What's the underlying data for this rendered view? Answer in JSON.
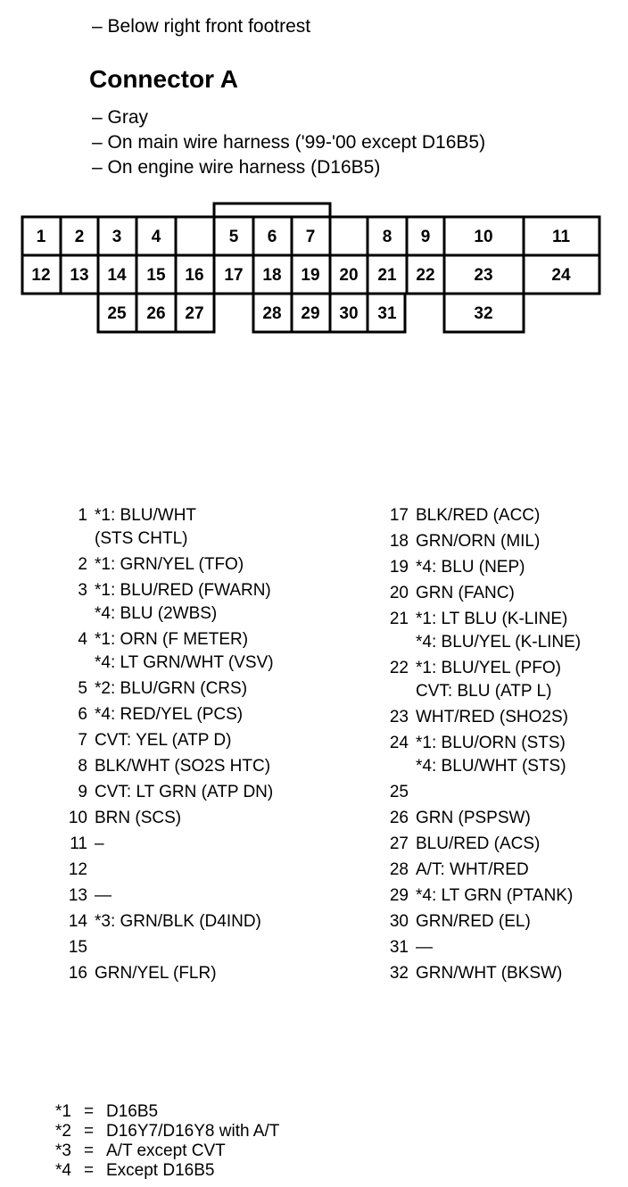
{
  "header": {
    "location": "– Below right front footrest",
    "title": "Connector A",
    "notes": [
      "– Gray",
      "– On main wire harness ('99-'00 except D16B5)",
      "– On engine wire harness (D16B5)"
    ]
  },
  "connector": {
    "pins": [
      "1",
      "2",
      "3",
      "4",
      "5",
      "6",
      "7",
      "8",
      "9",
      "10",
      "11",
      "12",
      "13",
      "14",
      "15",
      "16",
      "17",
      "18",
      "19",
      "20",
      "21",
      "22",
      "23",
      "24",
      "25",
      "26",
      "27",
      "28",
      "29",
      "30",
      "31",
      "32"
    ]
  },
  "pins_left": [
    {
      "num": "1",
      "lines": [
        "*1: BLU/WHT",
        "(STS CHTL)"
      ]
    },
    {
      "num": "2",
      "lines": [
        "*1: GRN/YEL (TFO)"
      ]
    },
    {
      "num": "3",
      "lines": [
        "*1: BLU/RED (FWARN)",
        "*4: BLU (2WBS)"
      ]
    },
    {
      "num": "4",
      "lines": [
        "*1: ORN (F METER)",
        "*4: LT GRN/WHT (VSV)"
      ]
    },
    {
      "num": "5",
      "lines": [
        "*2: BLU/GRN (CRS)"
      ]
    },
    {
      "num": "6",
      "lines": [
        "*4: RED/YEL (PCS)"
      ]
    },
    {
      "num": "7",
      "lines": [
        "CVT: YEL (ATP D)"
      ]
    },
    {
      "num": "8",
      "lines": [
        "BLK/WHT (SO2S HTC)"
      ]
    },
    {
      "num": "9",
      "lines": [
        "CVT: LT GRN (ATP DN)"
      ]
    },
    {
      "num": "10",
      "lines": [
        "BRN (SCS)"
      ]
    },
    {
      "num": "11",
      "lines": [
        "–"
      ]
    },
    {
      "num": "12",
      "lines": [
        ""
      ]
    },
    {
      "num": "13",
      "lines": [
        "—"
      ]
    },
    {
      "num": "14",
      "lines": [
        "*3: GRN/BLK (D4IND)"
      ]
    },
    {
      "num": "15",
      "lines": [
        ""
      ]
    },
    {
      "num": "16",
      "lines": [
        "GRN/YEL (FLR)"
      ]
    }
  ],
  "pins_right": [
    {
      "num": "17",
      "lines": [
        "BLK/RED (ACC)"
      ]
    },
    {
      "num": "18",
      "lines": [
        "GRN/ORN (MIL)"
      ]
    },
    {
      "num": "19",
      "lines": [
        "*4: BLU (NEP)"
      ]
    },
    {
      "num": "20",
      "lines": [
        "GRN (FANC)"
      ]
    },
    {
      "num": "21",
      "lines": [
        "*1: LT BLU (K-LINE)",
        "*4: BLU/YEL (K-LINE)"
      ]
    },
    {
      "num": "22",
      "lines": [
        "*1: BLU/YEL (PFO)",
        "CVT: BLU (ATP L)"
      ]
    },
    {
      "num": "23",
      "lines": [
        "WHT/RED (SHO2S)"
      ]
    },
    {
      "num": "24",
      "lines": [
        "*1: BLU/ORN (STS)",
        "*4: BLU/WHT (STS)"
      ]
    },
    {
      "num": "25",
      "lines": [
        ""
      ]
    },
    {
      "num": "26",
      "lines": [
        "GRN (PSPSW)"
      ]
    },
    {
      "num": "27",
      "lines": [
        "BLU/RED (ACS)"
      ]
    },
    {
      "num": "28",
      "lines": [
        "A/T: WHT/RED"
      ]
    },
    {
      "num": "29",
      "lines": [
        "*4: LT GRN (PTANK)"
      ]
    },
    {
      "num": "30",
      "lines": [
        "GRN/RED (EL)"
      ]
    },
    {
      "num": "31",
      "lines": [
        "—"
      ]
    },
    {
      "num": "32",
      "lines": [
        "GRN/WHT (BKSW)"
      ]
    }
  ],
  "legend": [
    {
      "key": "*1",
      "eq": "=",
      "value": "D16B5"
    },
    {
      "key": "*2",
      "eq": "=",
      "value": "D16Y7/D16Y8 with A/T"
    },
    {
      "key": "*3",
      "eq": "=",
      "value": "A/T except CVT"
    },
    {
      "key": "*4",
      "eq": "=",
      "value": "Except D16B5"
    }
  ]
}
